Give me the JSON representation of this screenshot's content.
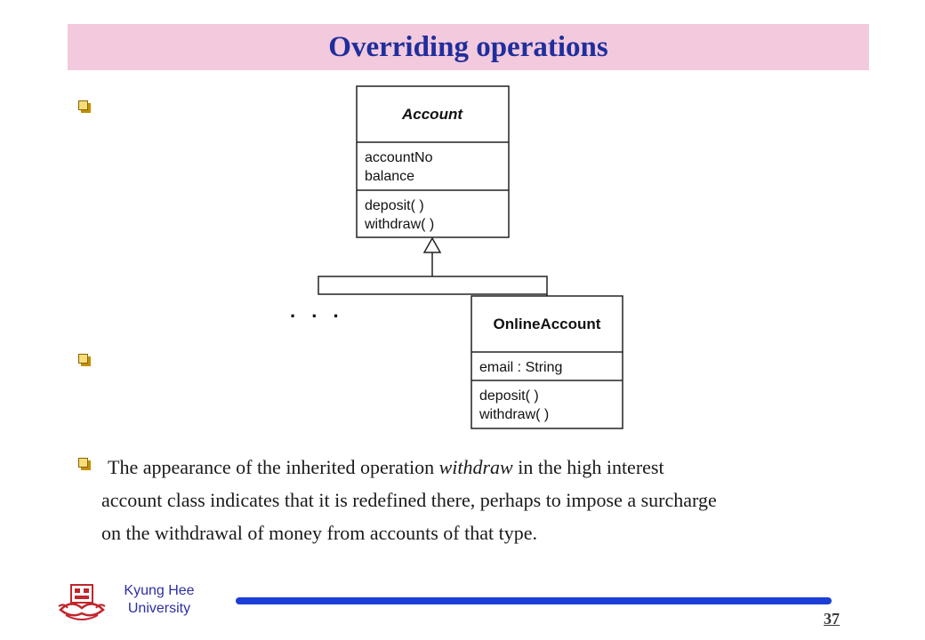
{
  "slide": {
    "title": "Overriding operations",
    "paragraph_lines": [
      "The appearance of the inherited operation ",
      "withdraw",
      " in the high interest",
      "account class indicates that it is redefined there, perhaps to impose a surcharge",
      "on the withdrawal of money from accounts of that type."
    ],
    "page_number": "37"
  },
  "diagram": {
    "account": {
      "name": "Account",
      "attributes": [
        "accountNo",
        "balance"
      ],
      "operations": [
        "deposit( )",
        "withdraw( )"
      ]
    },
    "online_account": {
      "name": "OnlineAccount",
      "attributes": [
        "email : String"
      ],
      "operations": [
        "deposit( )",
        "withdraw( )"
      ]
    },
    "ellipsis": ". . ."
  },
  "footer": {
    "university_line1": "Kyung Hee",
    "university_line2": "University"
  },
  "colors": {
    "title_bg": "#f2c9dd",
    "title_text": "#1f2e9c",
    "bullet": "#c48f00",
    "footer_line": "#1b3fd6"
  }
}
